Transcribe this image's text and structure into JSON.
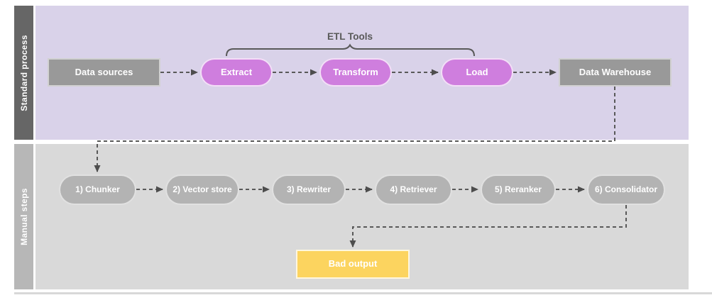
{
  "diagram": {
    "annotation": {
      "label": "ETL Tools"
    },
    "lanes": [
      {
        "label": "Standard process",
        "nodes": {
          "data_sources": "Data sources",
          "extract": "Extract",
          "transform": "Transform",
          "load": "Load",
          "data_warehouse": "Data Warehouse"
        }
      },
      {
        "label": "Manual steps",
        "nodes": {
          "chunker": "1) Chunker",
          "vector_store": "2) Vector store",
          "rewriter": "3) Rewriter",
          "retriever": "4) Retriever",
          "reranker": "5) Reranker",
          "consolidator": "6) Consolidator",
          "bad_output": "Bad output"
        }
      }
    ],
    "edges": [
      {
        "from": "data_sources",
        "to": "extract",
        "style": "dashed-arrow"
      },
      {
        "from": "extract",
        "to": "transform",
        "style": "dashed-arrow"
      },
      {
        "from": "transform",
        "to": "load",
        "style": "dashed-arrow"
      },
      {
        "from": "load",
        "to": "data_warehouse",
        "style": "dashed-arrow"
      },
      {
        "from": "data_warehouse",
        "to": "chunker",
        "style": "dashed-arrow"
      },
      {
        "from": "chunker",
        "to": "vector_store",
        "style": "dashed-arrow"
      },
      {
        "from": "vector_store",
        "to": "rewriter",
        "style": "dashed-arrow"
      },
      {
        "from": "rewriter",
        "to": "retriever",
        "style": "dashed-arrow"
      },
      {
        "from": "retriever",
        "to": "reranker",
        "style": "dashed-arrow"
      },
      {
        "from": "reranker",
        "to": "consolidator",
        "style": "dashed-arrow"
      },
      {
        "from": "consolidator",
        "to": "bad_output",
        "style": "dashed-arrow"
      }
    ],
    "colors": {
      "lane1_bg": "#d9d2e9",
      "lane1_bar": "#666666",
      "lane2_bg": "#d9d9d9",
      "lane2_bar": "#b7b7b7",
      "etl_pill": "#cf7ede",
      "gray_node": "#999999",
      "manual_pill": "#b3b3b3",
      "bad_output_fill": "#fcd45f",
      "connector": "#595959",
      "node_text": "#ffffff"
    }
  }
}
